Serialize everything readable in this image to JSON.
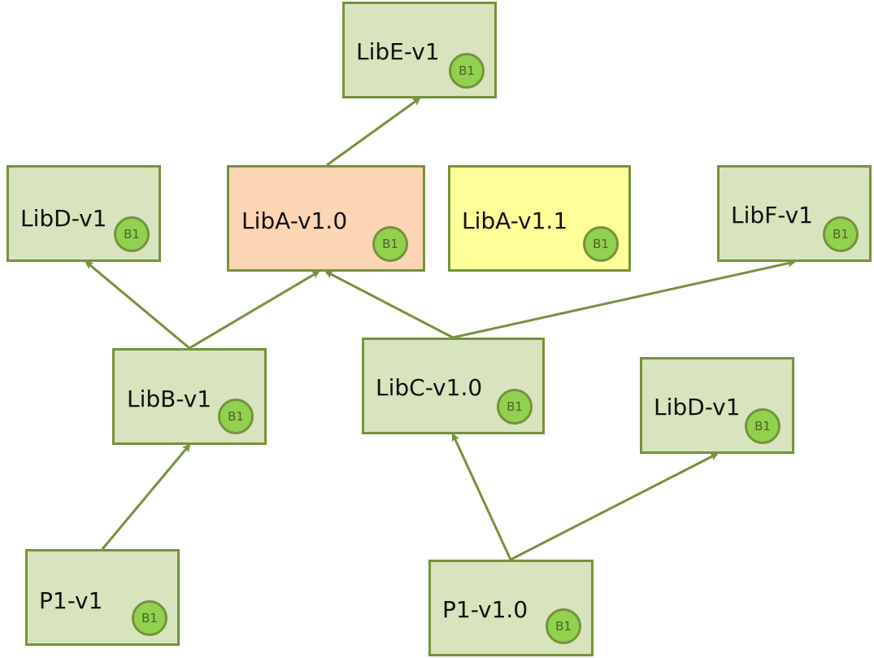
{
  "colors": {
    "node_fill_default": "#d7e4bd",
    "node_fill_highlight": "#fcd5b5",
    "node_fill_alternate": "#ffff99",
    "node_border": "#76923c",
    "badge_fill": "#92d050",
    "badge_text": "#4f6228",
    "edge": "#76923c"
  },
  "nodes": [
    {
      "id": "libe",
      "label": "LibE-v1",
      "badge": "B1",
      "fill": "default"
    },
    {
      "id": "libd1",
      "label": "LibD-v1",
      "badge": "B1",
      "fill": "default"
    },
    {
      "id": "liba10",
      "label": "LibA-v1.0",
      "badge": "B1",
      "fill": "highlight"
    },
    {
      "id": "liba11",
      "label": "LibA-v1.1",
      "badge": "B1",
      "fill": "alternate"
    },
    {
      "id": "libf",
      "label": "LibF-v1",
      "badge": "B1",
      "fill": "default"
    },
    {
      "id": "libb",
      "label": "LibB-v1",
      "badge": "B1",
      "fill": "default"
    },
    {
      "id": "libc",
      "label": "LibC-v1.0",
      "badge": "B1",
      "fill": "default"
    },
    {
      "id": "libd2",
      "label": "LibD-v1",
      "badge": "B1",
      "fill": "default"
    },
    {
      "id": "p1v1",
      "label": "P1-v1",
      "badge": "B1",
      "fill": "default"
    },
    {
      "id": "p1v10",
      "label": "P1-v1.0",
      "badge": "B1",
      "fill": "default"
    }
  ],
  "edges": [
    {
      "from": "liba10",
      "to": "libe"
    },
    {
      "from": "libb",
      "to": "libd1"
    },
    {
      "from": "libb",
      "to": "liba10"
    },
    {
      "from": "libc",
      "to": "liba10"
    },
    {
      "from": "libc",
      "to": "libf"
    },
    {
      "from": "p1v1",
      "to": "libb"
    },
    {
      "from": "p1v10",
      "to": "libc"
    },
    {
      "from": "p1v10",
      "to": "libd2"
    }
  ]
}
